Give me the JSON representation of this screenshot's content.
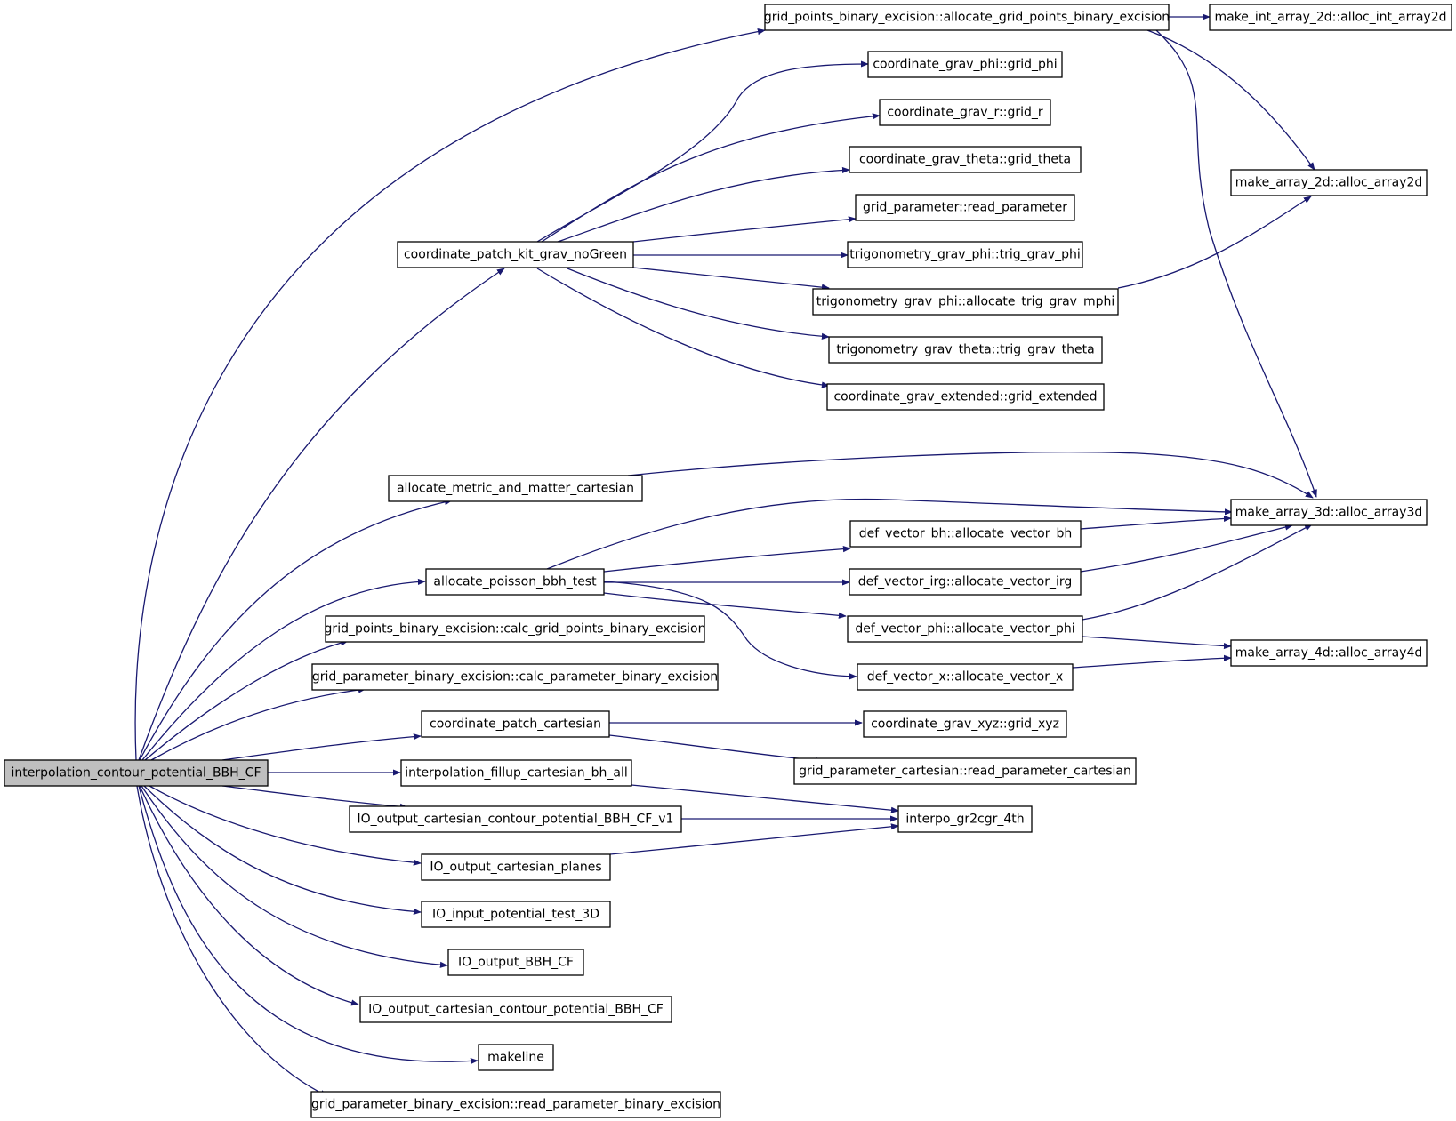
{
  "graph": {
    "edge_color": "#191970",
    "root_fill": "#bfbfbf",
    "nodes": {
      "root": "interpolation_contour_potential_BBH_CF",
      "gpbe_alloc": "grid_points_binary_excision::allocate_grid_points_binary_excision",
      "alloc_int2d": "make_int_array_2d::alloc_int_array2d",
      "grid_phi": "coordinate_grav_phi::grid_phi",
      "grid_r": "coordinate_grav_r::grid_r",
      "grid_theta": "coordinate_grav_theta::grid_theta",
      "alloc_array2d": "make_array_2d::alloc_array2d",
      "read_parameter": "grid_parameter::read_parameter",
      "cpk_nogreen": "coordinate_patch_kit_grav_noGreen",
      "trig_grav_phi": "trigonometry_grav_phi::trig_grav_phi",
      "alloc_trig_mphi": "trigonometry_grav_phi::allocate_trig_grav_mphi",
      "trig_grav_theta": "trigonometry_grav_theta::trig_grav_theta",
      "grid_extended": "coordinate_grav_extended::grid_extended",
      "alloc_metric": "allocate_metric_and_matter_cartesian",
      "alloc_array3d": "make_array_3d::alloc_array3d",
      "vec_bh": "def_vector_bh::allocate_vector_bh",
      "alloc_poisson": "allocate_poisson_bbh_test",
      "vec_irg": "def_vector_irg::allocate_vector_irg",
      "calc_gpbe": "grid_points_binary_excision::calc_grid_points_binary_excision",
      "vec_phi": "def_vector_phi::allocate_vector_phi",
      "alloc_array4d": "make_array_4d::alloc_array4d",
      "calc_param_be": "grid_parameter_binary_excision::calc_parameter_binary_excision",
      "vec_x": "def_vector_x::allocate_vector_x",
      "cp_cartesian": "coordinate_patch_cartesian",
      "grid_xyz": "coordinate_grav_xyz::grid_xyz",
      "read_param_cart": "grid_parameter_cartesian::read_parameter_cartesian",
      "fillup": "interpolation_fillup_cartesian_bh_all",
      "io_contour_v1": "IO_output_cartesian_contour_potential_BBH_CF_v1",
      "interpo": "interpo_gr2cgr_4th",
      "io_planes": "IO_output_cartesian_planes",
      "io_input": "IO_input_potential_test_3D",
      "io_bbh": "IO_output_BBH_CF",
      "io_contour": "IO_output_cartesian_contour_potential_BBH_CF",
      "makeline": "makeline",
      "read_param_be": "grid_parameter_binary_excision::read_parameter_binary_excision"
    },
    "edges": [
      [
        "root",
        "gpbe_alloc"
      ],
      [
        "root",
        "cpk_nogreen"
      ],
      [
        "root",
        "alloc_metric"
      ],
      [
        "root",
        "alloc_poisson"
      ],
      [
        "root",
        "calc_gpbe"
      ],
      [
        "root",
        "calc_param_be"
      ],
      [
        "root",
        "cp_cartesian"
      ],
      [
        "root",
        "fillup"
      ],
      [
        "root",
        "io_contour_v1"
      ],
      [
        "root",
        "io_planes"
      ],
      [
        "root",
        "io_input"
      ],
      [
        "root",
        "io_bbh"
      ],
      [
        "root",
        "io_contour"
      ],
      [
        "root",
        "makeline"
      ],
      [
        "root",
        "read_param_be"
      ],
      [
        "gpbe_alloc",
        "alloc_int2d"
      ],
      [
        "gpbe_alloc",
        "alloc_array2d"
      ],
      [
        "gpbe_alloc",
        "alloc_array3d"
      ],
      [
        "cpk_nogreen",
        "grid_phi"
      ],
      [
        "cpk_nogreen",
        "grid_r"
      ],
      [
        "cpk_nogreen",
        "grid_theta"
      ],
      [
        "cpk_nogreen",
        "read_parameter"
      ],
      [
        "cpk_nogreen",
        "trig_grav_phi"
      ],
      [
        "cpk_nogreen",
        "alloc_trig_mphi"
      ],
      [
        "cpk_nogreen",
        "trig_grav_theta"
      ],
      [
        "cpk_nogreen",
        "grid_extended"
      ],
      [
        "alloc_trig_mphi",
        "alloc_array2d"
      ],
      [
        "alloc_metric",
        "alloc_array3d"
      ],
      [
        "alloc_poisson",
        "alloc_array3d"
      ],
      [
        "alloc_poisson",
        "vec_bh"
      ],
      [
        "alloc_poisson",
        "vec_irg"
      ],
      [
        "alloc_poisson",
        "vec_phi"
      ],
      [
        "alloc_poisson",
        "vec_x"
      ],
      [
        "vec_bh",
        "alloc_array3d"
      ],
      [
        "vec_irg",
        "alloc_array3d"
      ],
      [
        "vec_phi",
        "alloc_array3d"
      ],
      [
        "vec_phi",
        "alloc_array4d"
      ],
      [
        "vec_x",
        "alloc_array4d"
      ],
      [
        "cp_cartesian",
        "grid_xyz"
      ],
      [
        "cp_cartesian",
        "read_param_cart"
      ],
      [
        "fillup",
        "interpo"
      ],
      [
        "io_contour_v1",
        "interpo"
      ],
      [
        "io_planes",
        "interpo"
      ]
    ]
  }
}
